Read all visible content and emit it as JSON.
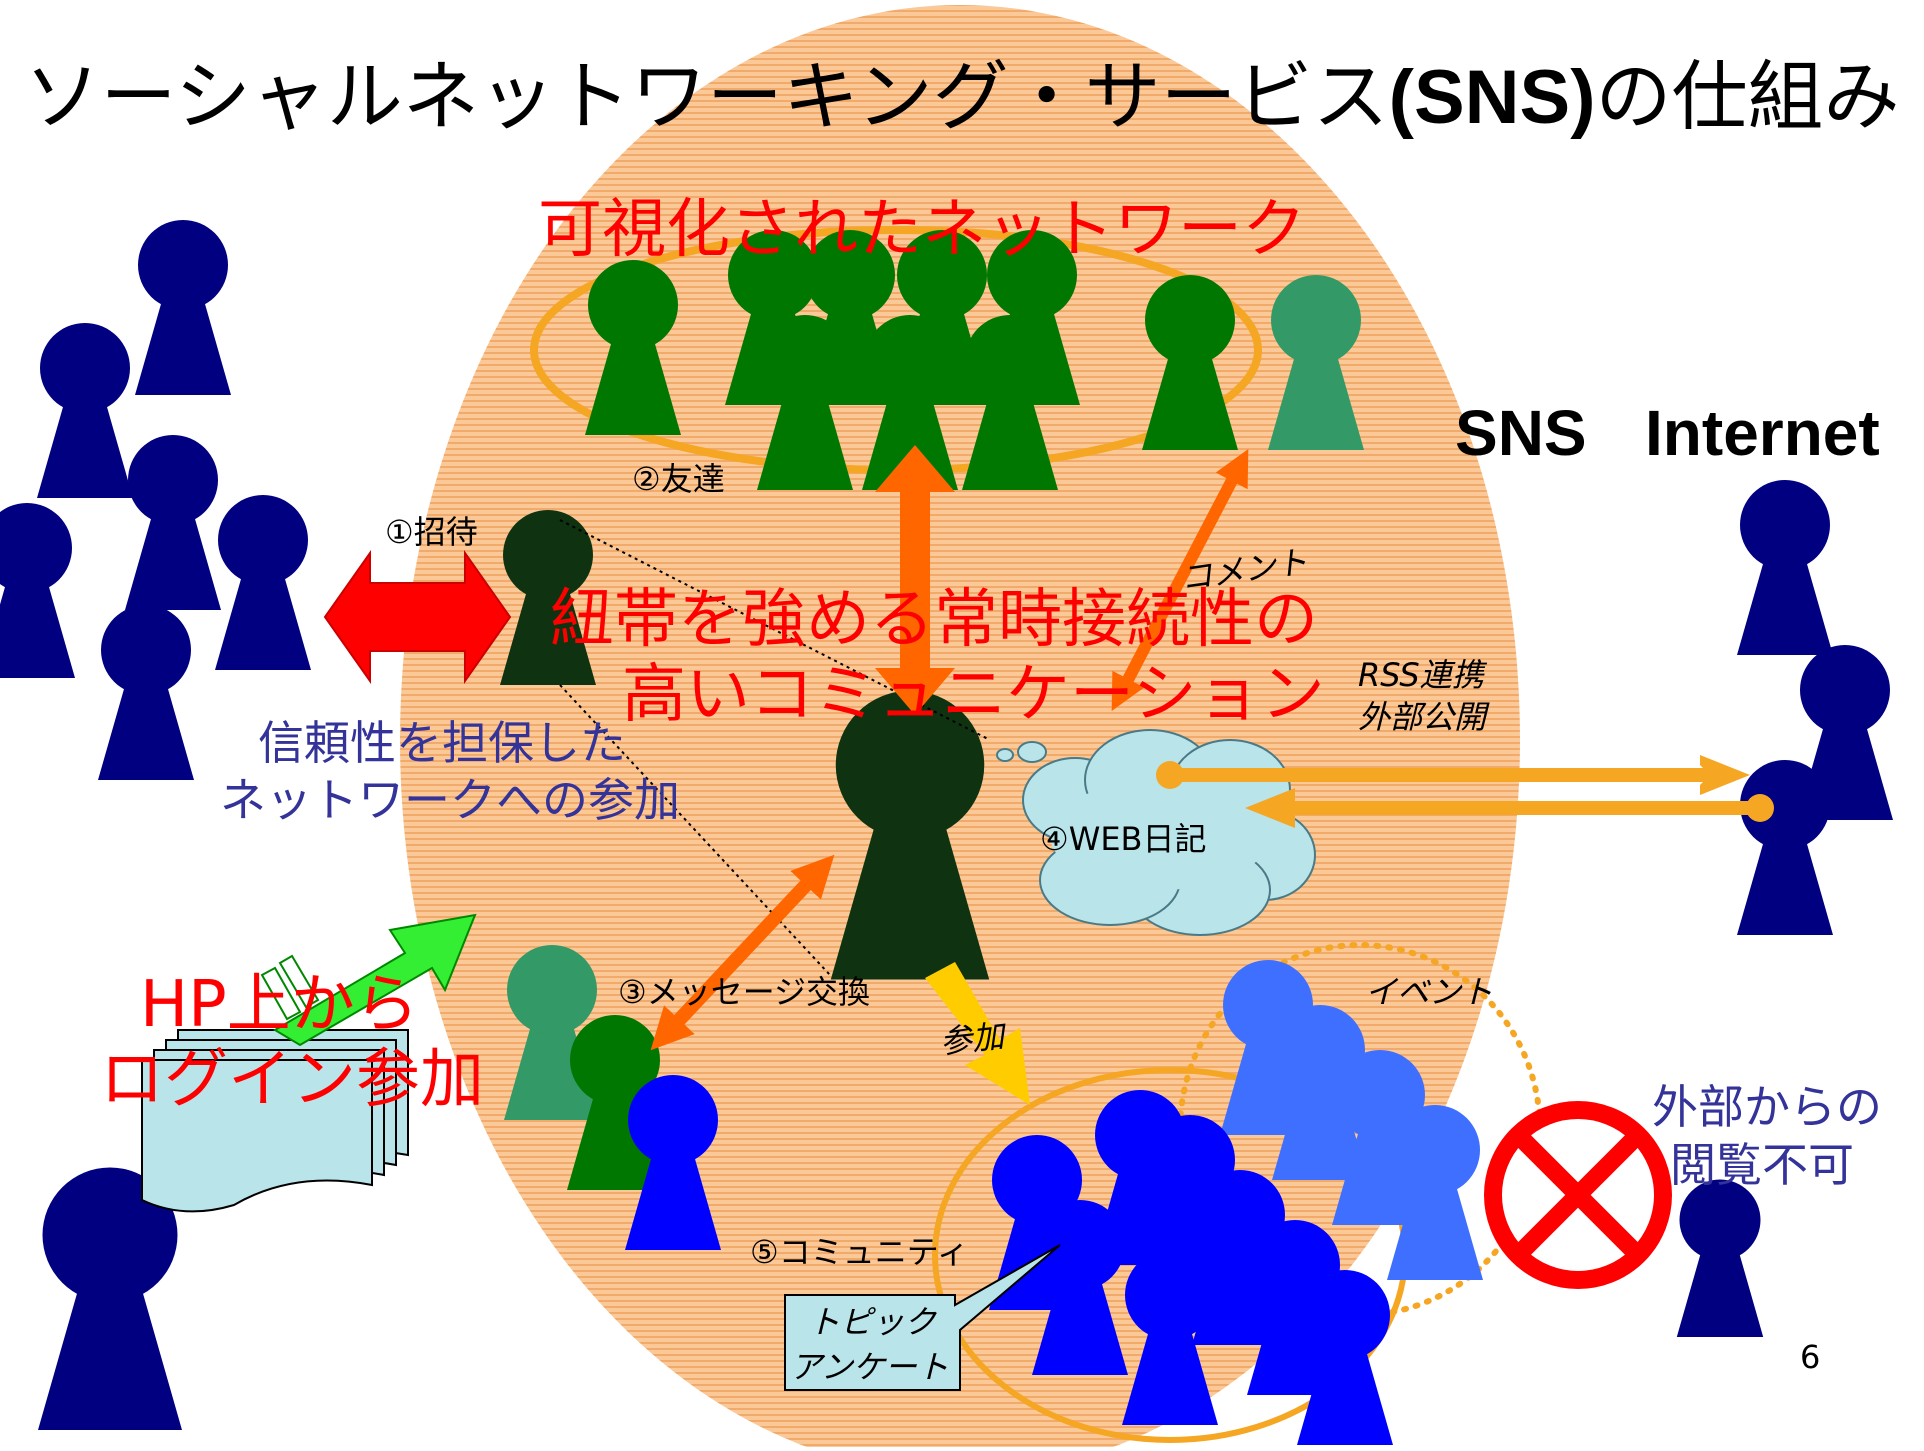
{
  "title": {
    "main": "ソーシャルネットワーキング・サービス",
    "sns": "(SNS)",
    "suffix": "の仕組み"
  },
  "headings": {
    "visualized_network": "可視化されたネットワーク",
    "bond_line1": "紐帯を強める常時接続性の",
    "bond_line2": "高いコミュニケーション",
    "trust_line1": "信頼性を担保した",
    "trust_line2": "ネットワークへの参加",
    "hp_line1": "HP上から",
    "hp_line2": "ログイン参加",
    "no_external_line1": "外部からの",
    "no_external_line2": "閲覧不可"
  },
  "labels": {
    "friends": "②友達",
    "invite": "①招待",
    "comment": "コメント",
    "rss_line1": "RSS連携",
    "rss_line2": "外部公開",
    "web_diary": "④WEB日記",
    "message_exchange": "③メッセージ交換",
    "event": "イベント",
    "participate": "参加",
    "community": "⑤コミュニティ",
    "topic": "トピック",
    "survey": "アンケート",
    "sns": "SNS",
    "internet": "Internet",
    "page_number": "6"
  },
  "colors": {
    "background_oval": "#f9c08e",
    "navy": "#000080",
    "dark_green": "#0f3310",
    "green": "#007700",
    "teal": "#339966",
    "blue": "#0000ff",
    "light_blue": "#3f6fff",
    "orange": "#f5a623",
    "dark_orange": "#ff6600",
    "red": "#ff0000",
    "cloud": "#b9e4ea",
    "login_arrow": "#33dd33"
  }
}
